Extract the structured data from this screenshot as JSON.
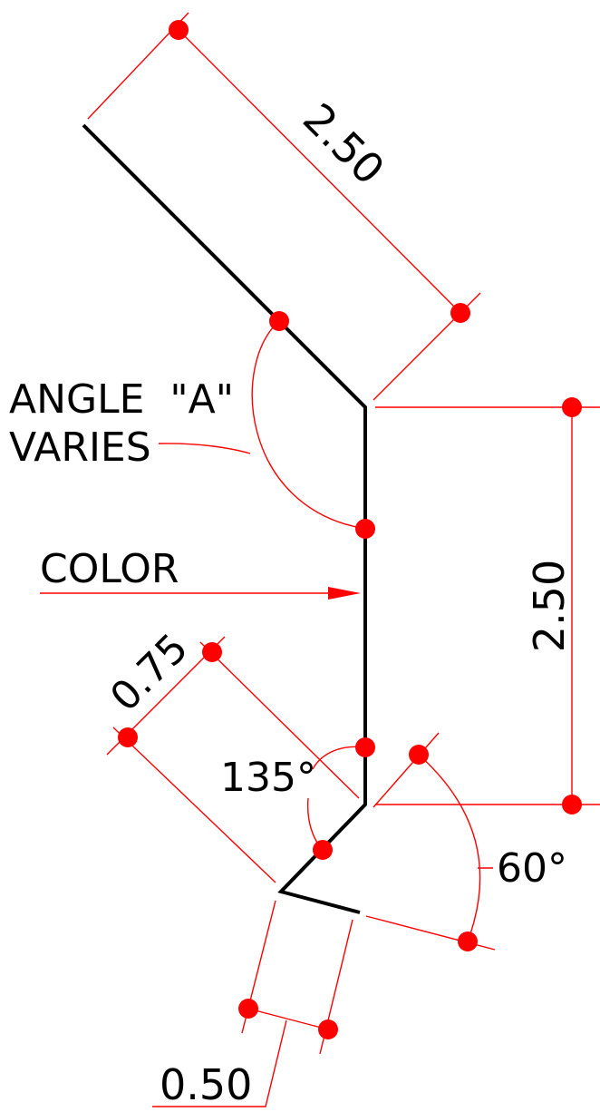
{
  "colors": {
    "profile": "#000000",
    "dimension": "#ff0000",
    "point": "#ff0000",
    "text": "#000000",
    "background": "#ffffff"
  },
  "dimensions": {
    "top_diagonal": "2.50",
    "vertical": "2.50",
    "hem_width": "0.75",
    "bottom_width": "0.50",
    "inner_angle": "135°",
    "outer_angle": "60°"
  },
  "labels": {
    "angle_line1": "ANGLE  \"A\"",
    "angle_line2": "VARIES",
    "color": "COLOR"
  }
}
